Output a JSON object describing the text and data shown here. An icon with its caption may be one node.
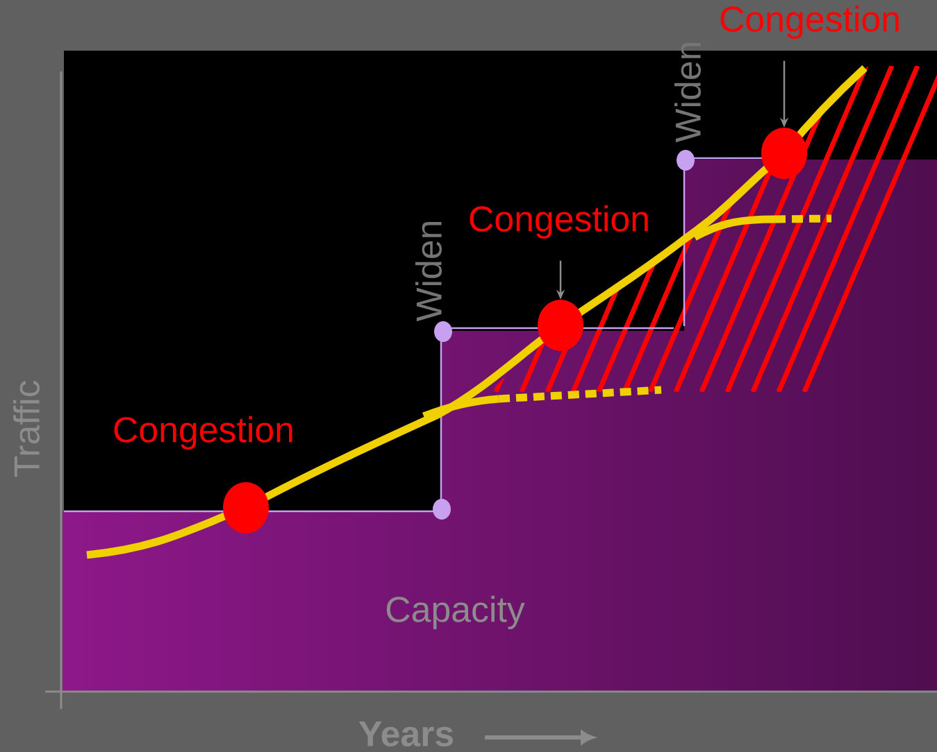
{
  "diagram": {
    "nodes": [
      {
        "text": [
          "Congestion"
        ]
      },
      {
        "text": [],
        "shape": "circle"
      },
      {
        "text": [
          "Congestion"
        ]
      },
      {
        "text": [],
        "shape": "circle"
      },
      {
        "text": [],
        "shape": "circle"
      }
    ],
    "edges": [
      {
        "from": 0,
        "to": 1,
        "arrow": "to"
      },
      {
        "from": 2,
        "to": 3,
        "arrow": "to"
      }
    ],
    "labels": [
      "Widen",
      "Widen",
      "Traffic",
      "Congestion",
      "Capacity",
      "Years"
    ]
  }
}
